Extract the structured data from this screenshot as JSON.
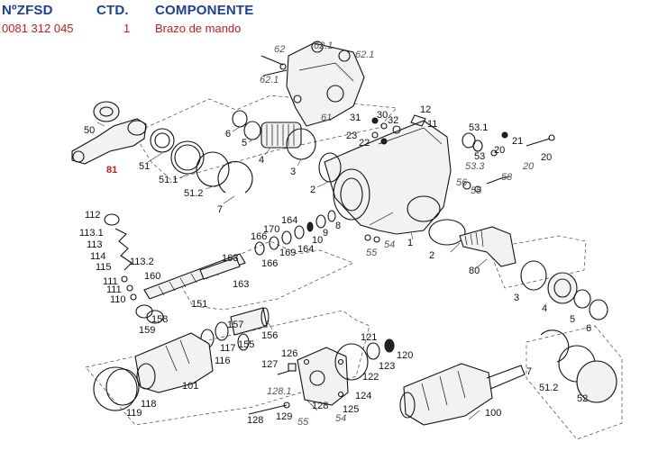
{
  "header": {
    "col_code": "NºZFSD",
    "col_qty": "CTD.",
    "col_name": "COMPONENTE",
    "row_code": "0081 312 045",
    "row_qty": "1",
    "row_name": "Brazo de mando"
  },
  "diagram": {
    "highlight_color": "#cc1a1a",
    "labels": {
      "p62": "62",
      "p621a": "62.1",
      "p621b": "62.1",
      "p621c": "62.1",
      "p61": "61",
      "p50": "50",
      "p81": "81",
      "p51": "51",
      "p511": "51.1",
      "p512": "51.2",
      "p6": "6",
      "p5": "5",
      "p4": "4",
      "p3": "3",
      "p7": "7",
      "p2": "2",
      "p31": "31",
      "p30": "30",
      "p32": "32",
      "p23": "23",
      "p22": "22",
      "p12": "12",
      "p11": "11",
      "p531": "53.1",
      "p53": "53",
      "p533": "53.3",
      "p21": "21",
      "p20a": "20",
      "p20b": "20",
      "p20c": "20",
      "p56a": "56",
      "p55a": "55",
      "p58": "58",
      "p1": "1",
      "p2b": "2",
      "p54": "54",
      "p55b": "55",
      "p80": "80",
      "p112": "112",
      "p1131": "113.1",
      "p113": "113",
      "p114": "114",
      "p115": "115",
      "p1132": "113.2",
      "p160": "160",
      "p111a": "111",
      "p111b": "111",
      "p110": "110",
      "p163a": "163",
      "p163b": "163",
      "p166a": "166",
      "p166b": "166",
      "p170": "170",
      "p164a": "164",
      "p164b": "164",
      "p169": "169",
      "p10": "10",
      "p9": "9",
      "p8": "8",
      "p151": "151",
      "p158": "158",
      "p159": "159",
      "p3b": "3",
      "p4b": "4",
      "p5b": "5",
      "p6b": "6",
      "p157": "157",
      "p117": "117",
      "p116": "116",
      "p155": "155",
      "p156": "156",
      "p126": "126",
      "p127": "127",
      "p121": "121",
      "p120": "120",
      "p123": "123",
      "p122": "122",
      "p1281": "128.1",
      "p124": "124",
      "p128a": "128",
      "p128b": "128",
      "p129": "129",
      "p55c": "55",
      "p125": "125",
      "p54b": "54",
      "p119": "119",
      "p118": "118",
      "p101": "101",
      "p100": "100",
      "p7b": "7",
      "p512b": "51.2",
      "p52": "52"
    }
  }
}
